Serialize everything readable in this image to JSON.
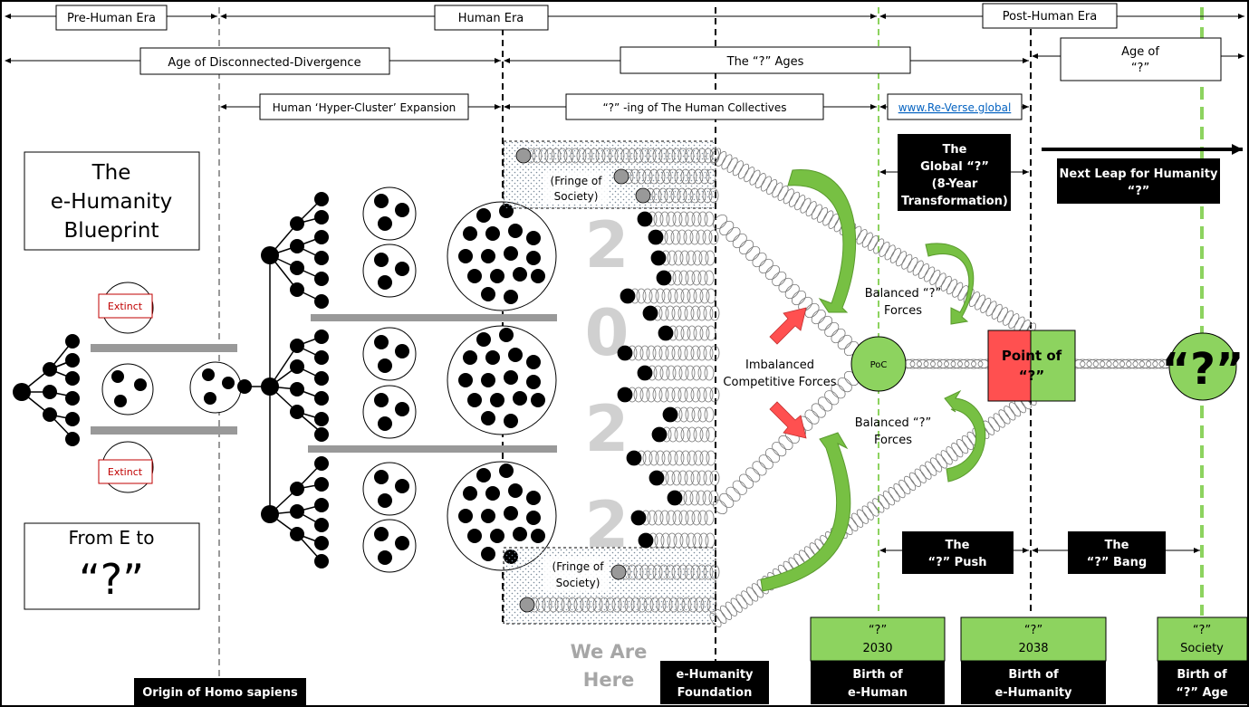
{
  "eras": {
    "pre_human": "Pre-Human Era",
    "human": "Human Era",
    "post_human": "Post-Human Era"
  },
  "ages": {
    "disconnected": "Age of Disconnected-Divergence",
    "q_ages": "The “?” Ages",
    "age_of_line1": "Age of",
    "age_of_line2": "“?”"
  },
  "phases": {
    "hyper_cluster": "Human ‘Hyper-Cluster’ Expansion",
    "collectives": "“?” -ing of The Human Collectives",
    "website": "www.Re-Verse.global"
  },
  "blueprint": {
    "line1": "The",
    "line2": "e-Humanity",
    "line3": "Blueprint"
  },
  "from_e": {
    "line1": "From E to",
    "line2": "“?”"
  },
  "extinct_label": "Extinct",
  "fringe": {
    "line1": "(Fringe of",
    "line2": "Society)"
  },
  "year_digits": [
    "2",
    "0",
    "2",
    "2"
  ],
  "we_are_here": {
    "line1": "We Are",
    "line2": "Here"
  },
  "global_box": {
    "line1": "The",
    "line2": "Global “?”",
    "line3": "(8-Year",
    "line4": "Transformation)"
  },
  "next_leap": {
    "line1": "Next Leap for Humanity",
    "line2": "“?”"
  },
  "forces": {
    "balanced_line1": "Balanced “?”",
    "balanced_line2": "Forces",
    "imbalanced_line1": "Imbalanced",
    "imbalanced_line2": "Competitive Forces"
  },
  "poc": "PoC",
  "point_of": {
    "line1": "Point of",
    "line2": "“?”"
  },
  "final_q": "“?”",
  "push": {
    "line1": "The",
    "line2": "“?” Push"
  },
  "bang": {
    "line1": "The",
    "line2": "“?” Bang"
  },
  "milestones": [
    {
      "top1": "“?”",
      "top2": "2030",
      "bot1": "Birth of",
      "bot2": "e-Human"
    },
    {
      "top1": "“?”",
      "top2": "2038",
      "bot1": "Birth of",
      "bot2": "e-Humanity"
    },
    {
      "top1": "“?”",
      "top2": "Society",
      "bot1": "Birth of",
      "bot2": "“?” Age"
    }
  ],
  "origin": "Origin of Homo sapiens",
  "foundation": {
    "line1": "e-Humanity",
    "line2": "Foundation"
  },
  "colors": {
    "green": "#8dd35f",
    "arrow_green": "#77c043",
    "red": "#ff5050",
    "dark": "#000000",
    "grey": "#999999",
    "digit_grey": "#d0d0d0",
    "extinct_red": "#c00000",
    "link_blue": "#0563c1"
  }
}
